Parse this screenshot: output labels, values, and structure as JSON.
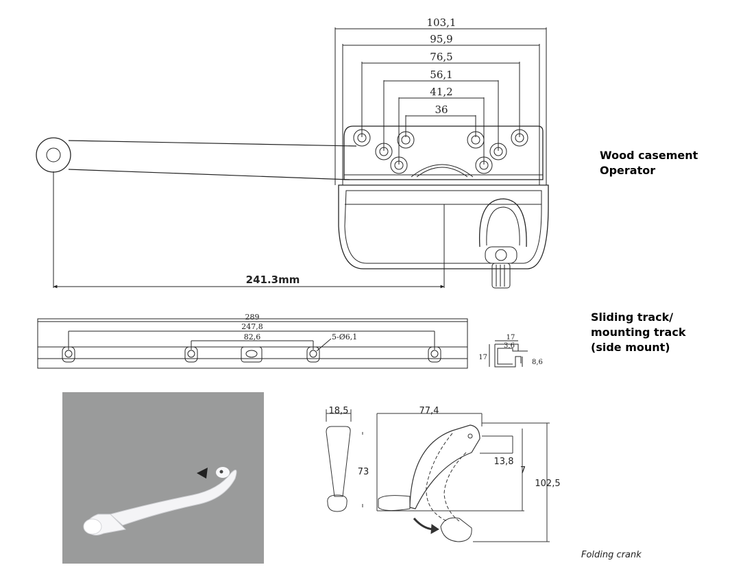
{
  "labels": {
    "operator_line1": "Wood casement",
    "operator_line2": "Operator",
    "track_line1": "Sliding track/",
    "track_line2": "mounting track",
    "track_line3": "(side mount)",
    "folding_crank": "Folding crank"
  },
  "operator_dims": {
    "d1": "103,1",
    "d2": "95,9",
    "d3": "76,5",
    "d4": "56,1",
    "d5": "41,2",
    "d6": "36",
    "arm_length": "241.3mm"
  },
  "track_dims": {
    "total": "289",
    "outer_holes": "247,8",
    "inner_holes": "82,6",
    "holes": "5-Ø6,1",
    "profile_width": "17",
    "profile_lip": "3,6",
    "profile_height": "17",
    "profile_depth": "8,6"
  },
  "crank_dims": {
    "width": "18,5",
    "height": "73",
    "reach": "77,4",
    "offset": "13,8",
    "inner_height": "7",
    "total_height": "102,5"
  }
}
